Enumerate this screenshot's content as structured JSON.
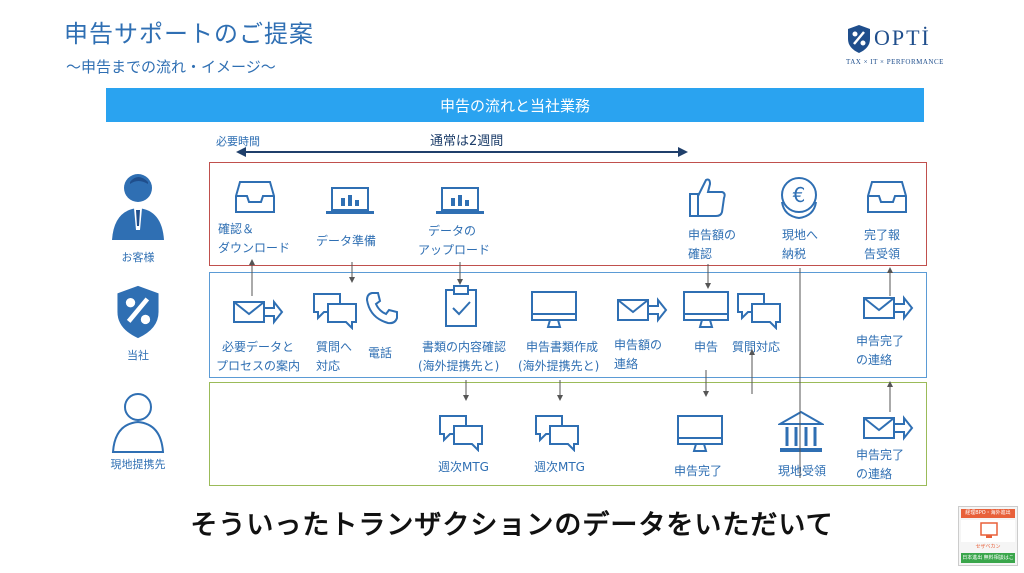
{
  "header": {
    "title": "申告サポートのご提案",
    "subtitle": "〜申告までの流れ・イメージ〜"
  },
  "logo": {
    "name": "OPTİ",
    "tagline": "TAX × IT × PERFORMANCE"
  },
  "banner": {
    "label": "申告の流れと当社業務"
  },
  "timeline": {
    "required_time_label": "必要時間",
    "duration_label": "通常は2週間"
  },
  "roles": {
    "client": "お客様",
    "company": "当社",
    "partner": "現地提携先"
  },
  "client_row": {
    "confirm_download": [
      "確認＆",
      "ダウンロード"
    ],
    "data_prep": "データ準備",
    "data_upload": [
      "データの",
      "アップロード"
    ],
    "confirm_amount": [
      "申告額の",
      "確認"
    ],
    "local_tax": [
      "現地へ",
      "納税"
    ],
    "completion_report": [
      "完了報",
      "告受領"
    ]
  },
  "company_row": {
    "guide": [
      "必要データと",
      "プロセスの案内"
    ],
    "question": [
      "質問へ",
      "対応"
    ],
    "phone": "電話",
    "doc_check": [
      "書類の内容確認",
      "(海外提携先と)"
    ],
    "doc_create": [
      "申告書類作成",
      "(海外提携先と)"
    ],
    "amount_notice": [
      "申告額の",
      "連絡"
    ],
    "filing": "申告",
    "question_response": "質問対応",
    "completion_notice": [
      "申告完了",
      "の連絡"
    ]
  },
  "partner_row": {
    "weekly_mtg_1": "週次MTG",
    "weekly_mtg_2": "週次MTG",
    "filing_complete": "申告完了",
    "local_receipt": "現地受領",
    "completion_notice": [
      "申告完了",
      "の連絡"
    ]
  },
  "caption": "そういったトランザクションのデータをいただいて",
  "badge": {
    "top": "経理BPO・海外進出",
    "middle": "セザベカン",
    "bottom1": "日本進出",
    "bottom2": "無料相談はこちら"
  },
  "colors": {
    "accent": "#2f6fb3",
    "banner": "#2aa3f0",
    "client_border": "#c0504d",
    "company_border": "#5b9bd5",
    "partner_border": "#9bbb59"
  }
}
